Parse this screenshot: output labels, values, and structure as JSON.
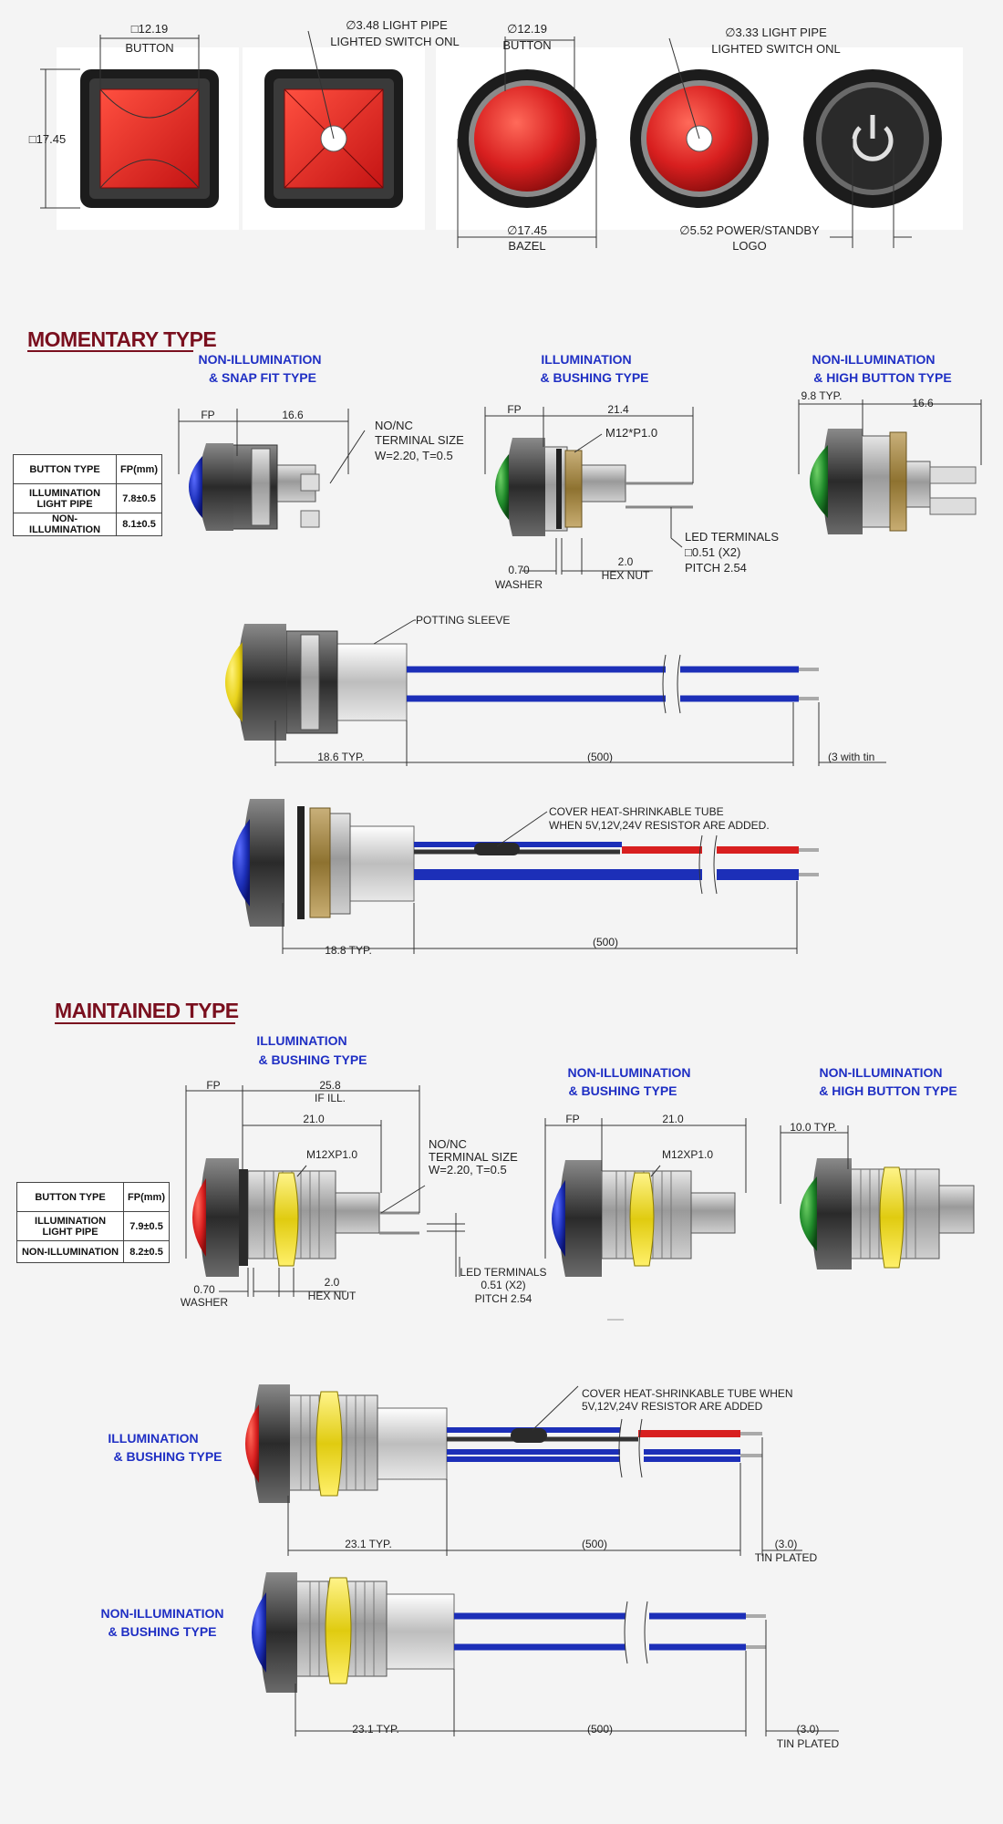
{
  "top": {
    "square_button_dim": "□12.19",
    "button_label": "BUTTON",
    "square_side_dim": "□17.45",
    "light_pipe_square": "∅3.48 LIGHT PIPE",
    "lighted_switch_a": "LIGHTED SWITCH ONL",
    "round_button_dim": "∅12.19",
    "light_pipe_round": "∅3.33 LIGHT PIPE",
    "lighted_switch_b": "LIGHTED SWITCH ONL",
    "bezel_dim": "∅17.45",
    "bezel_label": "BAZEL",
    "power_logo_dim": "∅5.52 POWER/STANDBY",
    "logo_label": "LOGO"
  },
  "momentary": {
    "title": "MOMENTARY TYPE",
    "cap1a": "NON-ILLUMINATION",
    "cap1b": "& SNAP FIT TYPE",
    "cap2a": "ILLUMINATION",
    "cap2b": "& BUSHING TYPE",
    "cap3a": "NON-ILLUMINATION",
    "cap3b": "& HIGH BUTTON TYPE",
    "fp": "FP",
    "dim_16_6": "16.6",
    "dim_21_4": "21.4",
    "dim_9_8": "9.8 TYP.",
    "dim_16_6b": "16.6",
    "terminal_a": "NO/NC",
    "terminal_b": "TERMINAL SIZE",
    "terminal_c": "W=2.20, T=0.5",
    "thread": "M12*P1.0",
    "led_a": "LED TERMINALS",
    "led_b": "□0.51 (X2)",
    "led_c": "PITCH 2.54",
    "washer_dim": "0.70",
    "washer": "WASHER",
    "hexnut_dim": "2.0",
    "hexnut": "HEX NUT",
    "potting": "POTTING SLEEVE",
    "len1": "18.6 TYP.",
    "len500a": "(500)",
    "tin3": "(3 with tin",
    "cover_a": "COVER HEAT-SHRINKABLE TUBE",
    "cover_b": "WHEN 5V,12V,24V RESISTOR ARE ADDED.",
    "len2": "18.8 TYP.",
    "len500b": "(500)",
    "table": {
      "headers": [
        "BUTTON TYPE",
        "FP(mm)"
      ],
      "rows": [
        [
          "ILLUMINATION LIGHT PIPE",
          "7.8±0.5"
        ],
        [
          "NON-ILLUMINATION",
          "8.1±0.5"
        ]
      ]
    }
  },
  "maintained": {
    "title": "MAINTAINED TYPE",
    "cap1a": "ILLUMINATION",
    "cap1b": "& BUSHING TYPE",
    "cap2a": "NON-ILLUMINATION",
    "cap2b": "& BUSHING TYPE",
    "cap3a": "NON-ILLUMINATION",
    "cap3b": "& HIGH BUTTON TYPE",
    "fp": "FP",
    "dim_25_8": "25.8",
    "if_ill": "IF ILL.",
    "dim_21": "21.0",
    "thread": "M12XP1.0",
    "terminal_a": "NO/NC",
    "terminal_b": "TERMINAL SIZE",
    "terminal_c": "W=2.20, T=0.5",
    "washer_dim": "0.70",
    "washer": "WASHER",
    "hexnut_dim": "2.0",
    "hexnut": "HEX NUT",
    "led_a": "LED TERMINALS",
    "led_b": "0.51 (X2)",
    "led_c": "PITCH 2.54",
    "fp2": "FP",
    "dim_21b": "21.0",
    "thread2": "M12XP1.0",
    "dim_10": "10.0 TYP.",
    "table": {
      "headers": [
        "BUTTON TYPE",
        "FP(mm)"
      ],
      "rows": [
        [
          "ILLUMINATION LIGHT PIPE",
          "7.9±0.5"
        ],
        [
          "NON-ILLUMINATION",
          "8.2±0.5"
        ]
      ]
    },
    "wire1_a": "ILLUMINATION",
    "wire1_b": "& BUSHING TYPE",
    "cover_a": "COVER HEAT-SHRINKABLE TUBE WHEN",
    "cover_b": "5V,12V,24V RESISTOR ARE ADDED",
    "len1": "23.1 TYP.",
    "len500a": "(500)",
    "len3a": "(3.0)",
    "tin_a": "TIN PLATED",
    "wire2_a": "NON-ILLUMINATION",
    "wire2_b": "& BUSHING TYPE",
    "len2": "23.1 TYP.",
    "len500b": "(500)",
    "len3b": "(3.0)",
    "tin_b": "TIN PLATED"
  },
  "colors": {
    "red": "#d81f1f",
    "blue": "#1c2fb8",
    "green": "#1f8a2a",
    "yellow": "#e8d21a",
    "section_title": "#7a0f1e",
    "caption": "#1f2fc4"
  }
}
